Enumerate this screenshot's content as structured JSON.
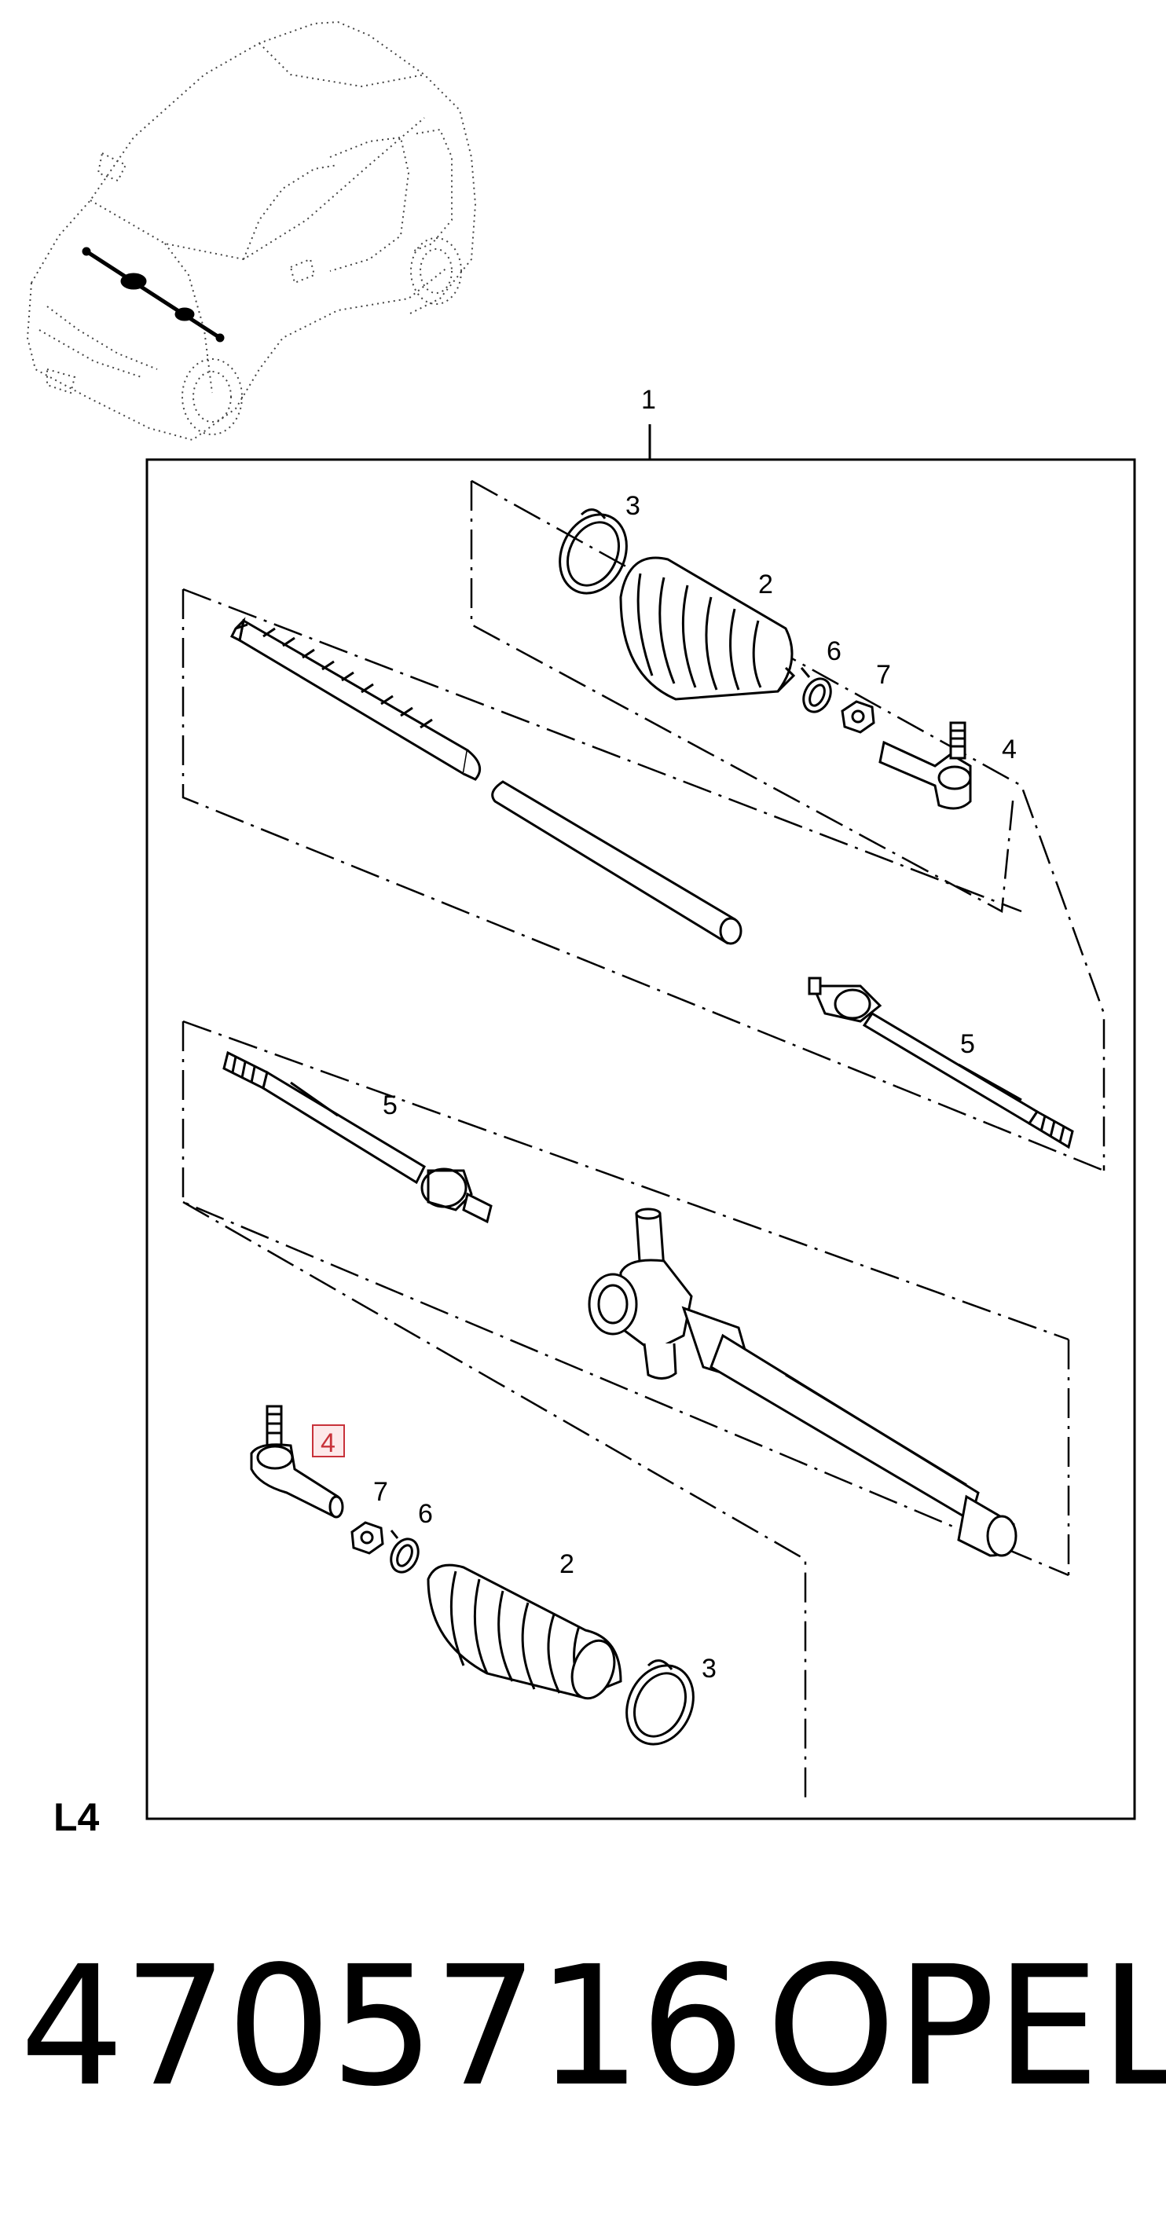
{
  "callouts": {
    "assembly": "1",
    "boot_right": "2",
    "clamp_right": "3",
    "clip_right": "6",
    "nut_right": "7",
    "tie_rod_end_right": "4",
    "inner_tie_rod_right": "5",
    "inner_tie_rod_left": "5",
    "tie_rod_end_left": "4",
    "nut_left": "7",
    "clip_left": "6",
    "boot_left": "2",
    "clamp_left": "3"
  },
  "page_code": "L4",
  "part_number": "4705716",
  "brand": "OPEL",
  "colors": {
    "highlight": "#c8323a",
    "line": "#000000",
    "background": "#ffffff"
  }
}
